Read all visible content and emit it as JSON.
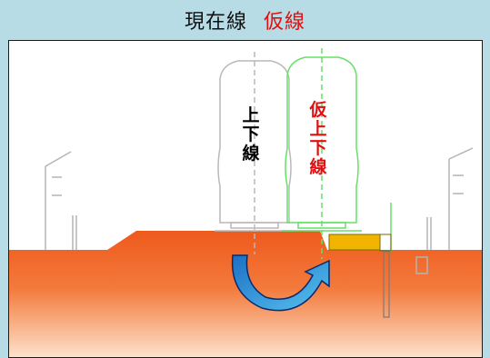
{
  "header": {
    "current_label": "現在線",
    "temporary_label": "仮線"
  },
  "diagram": {
    "existing_track_label": "上下線",
    "temporary_track_label": "仮上下線"
  },
  "colors": {
    "background": "#b8dce6",
    "earth": "#ee5a1c",
    "existing_outline": "#b9b9b9",
    "temporary_outline": "#66e066",
    "arrow": "#2a8fd8",
    "retaining_box": "#f1b400",
    "temporary_text": "#e01010"
  }
}
